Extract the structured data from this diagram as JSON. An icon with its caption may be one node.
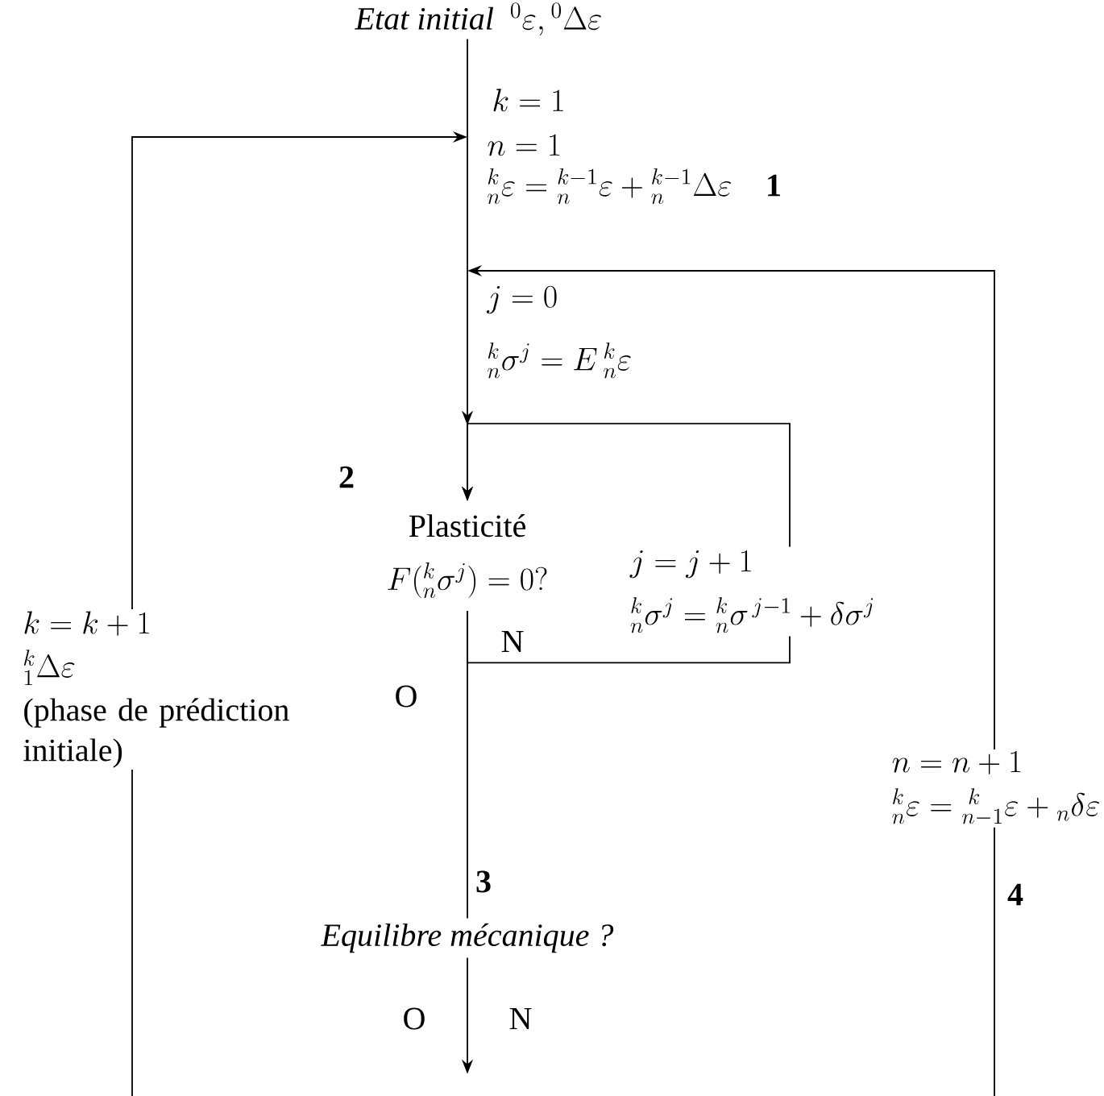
{
  "diagram": {
    "nodes": [
      {
        "text": [
          "Etat initial",
          "{}^{0}\\varepsilon,{}^{0}\\Delta\\varepsilon"
        ]
      },
      {
        "text": [
          "k=1"
        ]
      },
      {
        "text": [
          "n=1",
          "{}^{k}_{n}\\varepsilon={}^{k-1}_{n}\\varepsilon+{}^{k-1}_{n}\\Delta\\varepsilon"
        ]
      },
      {
        "text": [
          "j=0",
          "{}^{k}_{n}\\sigma^{j}=E\\,{}^{k}_{n}\\varepsilon"
        ]
      },
      {
        "text": [
          "Plasticité",
          "F({}^{k}_{n}\\sigma^{j})=0?"
        ]
      },
      {
        "text": [
          "j=j+1",
          "{}^{k}_{n}\\sigma^{j}={}^{k}_{n}\\sigma^{\\,j-1}+\\delta\\sigma^{j}"
        ]
      },
      {
        "text": [
          "Equilibre mécanique ?"
        ]
      },
      {
        "text": [
          "k=k+1",
          "{}^{k}_{1}\\Delta\\varepsilon",
          "(phase de prédiction initiale)"
        ]
      },
      {
        "text": [
          "n=n+1",
          "{}^{k}_{n}\\varepsilon={}^{\\;k}_{n-1}\\varepsilon+{}_{n}\\delta\\varepsilon"
        ]
      }
    ],
    "edges": [
      {
        "from": 0,
        "to": 1,
        "arrow": "none"
      },
      {
        "from": 1,
        "to": 2,
        "arrow": "none"
      },
      {
        "from": 2,
        "to": 3,
        "arrow": "none"
      },
      {
        "from": 3,
        "to": 4,
        "arrow": "to"
      },
      {
        "from": 4,
        "to": 5,
        "arrow": "none",
        "label": "N"
      },
      {
        "from": 5,
        "to": 4,
        "arrow": "to"
      },
      {
        "from": 4,
        "to": 6,
        "arrow": "none",
        "label": "O"
      },
      {
        "from": 6,
        "to": null,
        "arrow": "to"
      },
      {
        "from": null,
        "to": 7,
        "arrow": "none"
      },
      {
        "from": 7,
        "to": 2,
        "arrow": "to"
      },
      {
        "from": null,
        "to": 8,
        "arrow": "none"
      },
      {
        "from": 8,
        "to": 3,
        "arrow": "to"
      }
    ],
    "labels": [
      "1",
      "2",
      "3",
      "4",
      "O",
      "N"
    ]
  }
}
